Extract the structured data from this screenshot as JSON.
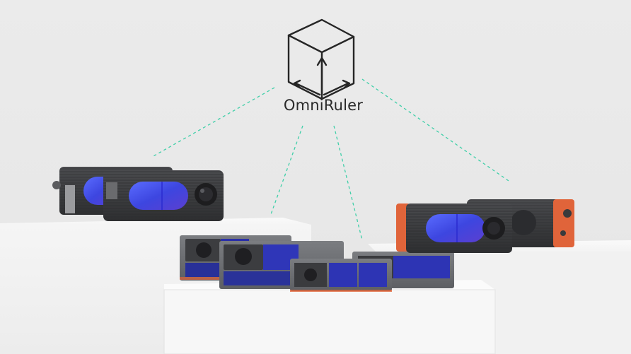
{
  "brand": {
    "name": "OmniRuler",
    "icon": "cube-axes-icon"
  },
  "colors": {
    "background": "#e9e9e9",
    "pedestal": "#f4f4f4",
    "device_body": "#3a3b3d",
    "lens_blue": "#4a4fe8",
    "accent_orange": "#e0643a",
    "dash_line": "#3fcfa8"
  },
  "products": [
    {
      "group": "left-pair",
      "finish": "dark-gray"
    },
    {
      "group": "center-cluster",
      "finish": "dark-gray"
    },
    {
      "group": "right-pair",
      "finish": "orange-accent"
    }
  ]
}
